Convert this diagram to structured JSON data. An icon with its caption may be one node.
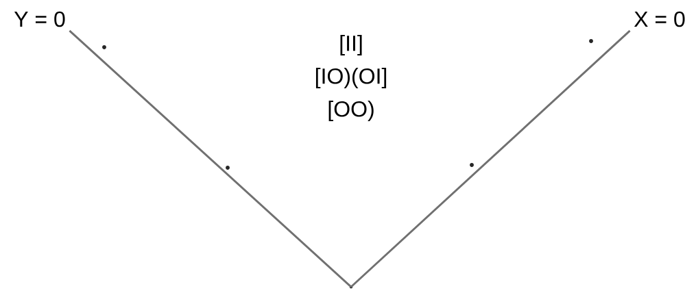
{
  "diagram": {
    "nodes": [
      {
        "text": [
          "Y = 0"
        ]
      },
      {
        "text": [
          "X = 0"
        ]
      },
      {
        "text": [],
        "shape": "circle"
      }
    ],
    "edges": [
      {
        "from": 2,
        "to": 0,
        "arrow": "none"
      },
      {
        "from": 2,
        "to": 1,
        "arrow": "none"
      }
    ],
    "labels": [
      "[II]",
      "[IO)(OI]",
      "[OO)"
    ]
  }
}
